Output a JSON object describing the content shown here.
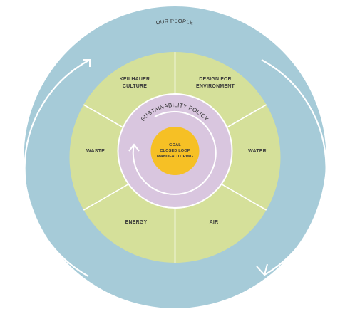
{
  "outer_ring": {
    "label": "OUR PEOPLE",
    "color": "#a6cbd8"
  },
  "segments": {
    "color": "#d5e09a",
    "divider_color": "#ffffff",
    "keilhauer_culture": {
      "line1": "KEILHAUER",
      "line2": "CULTURE"
    },
    "design_for_environment": {
      "line1": "DESIGN FOR",
      "line2": "ENVIRONMENT"
    },
    "water": {
      "label": "WATER"
    },
    "air": {
      "label": "AIR"
    },
    "energy": {
      "label": "ENERGY"
    },
    "waste": {
      "label": "WASTE"
    }
  },
  "policy_ring": {
    "label": "SUSTAINABILITY POLICY",
    "color": "#d9c6df"
  },
  "goal": {
    "line1": "GOAL",
    "line2": "CLOSED LOOP",
    "line3": "MANUFACTURING",
    "color": "#f6c025"
  }
}
